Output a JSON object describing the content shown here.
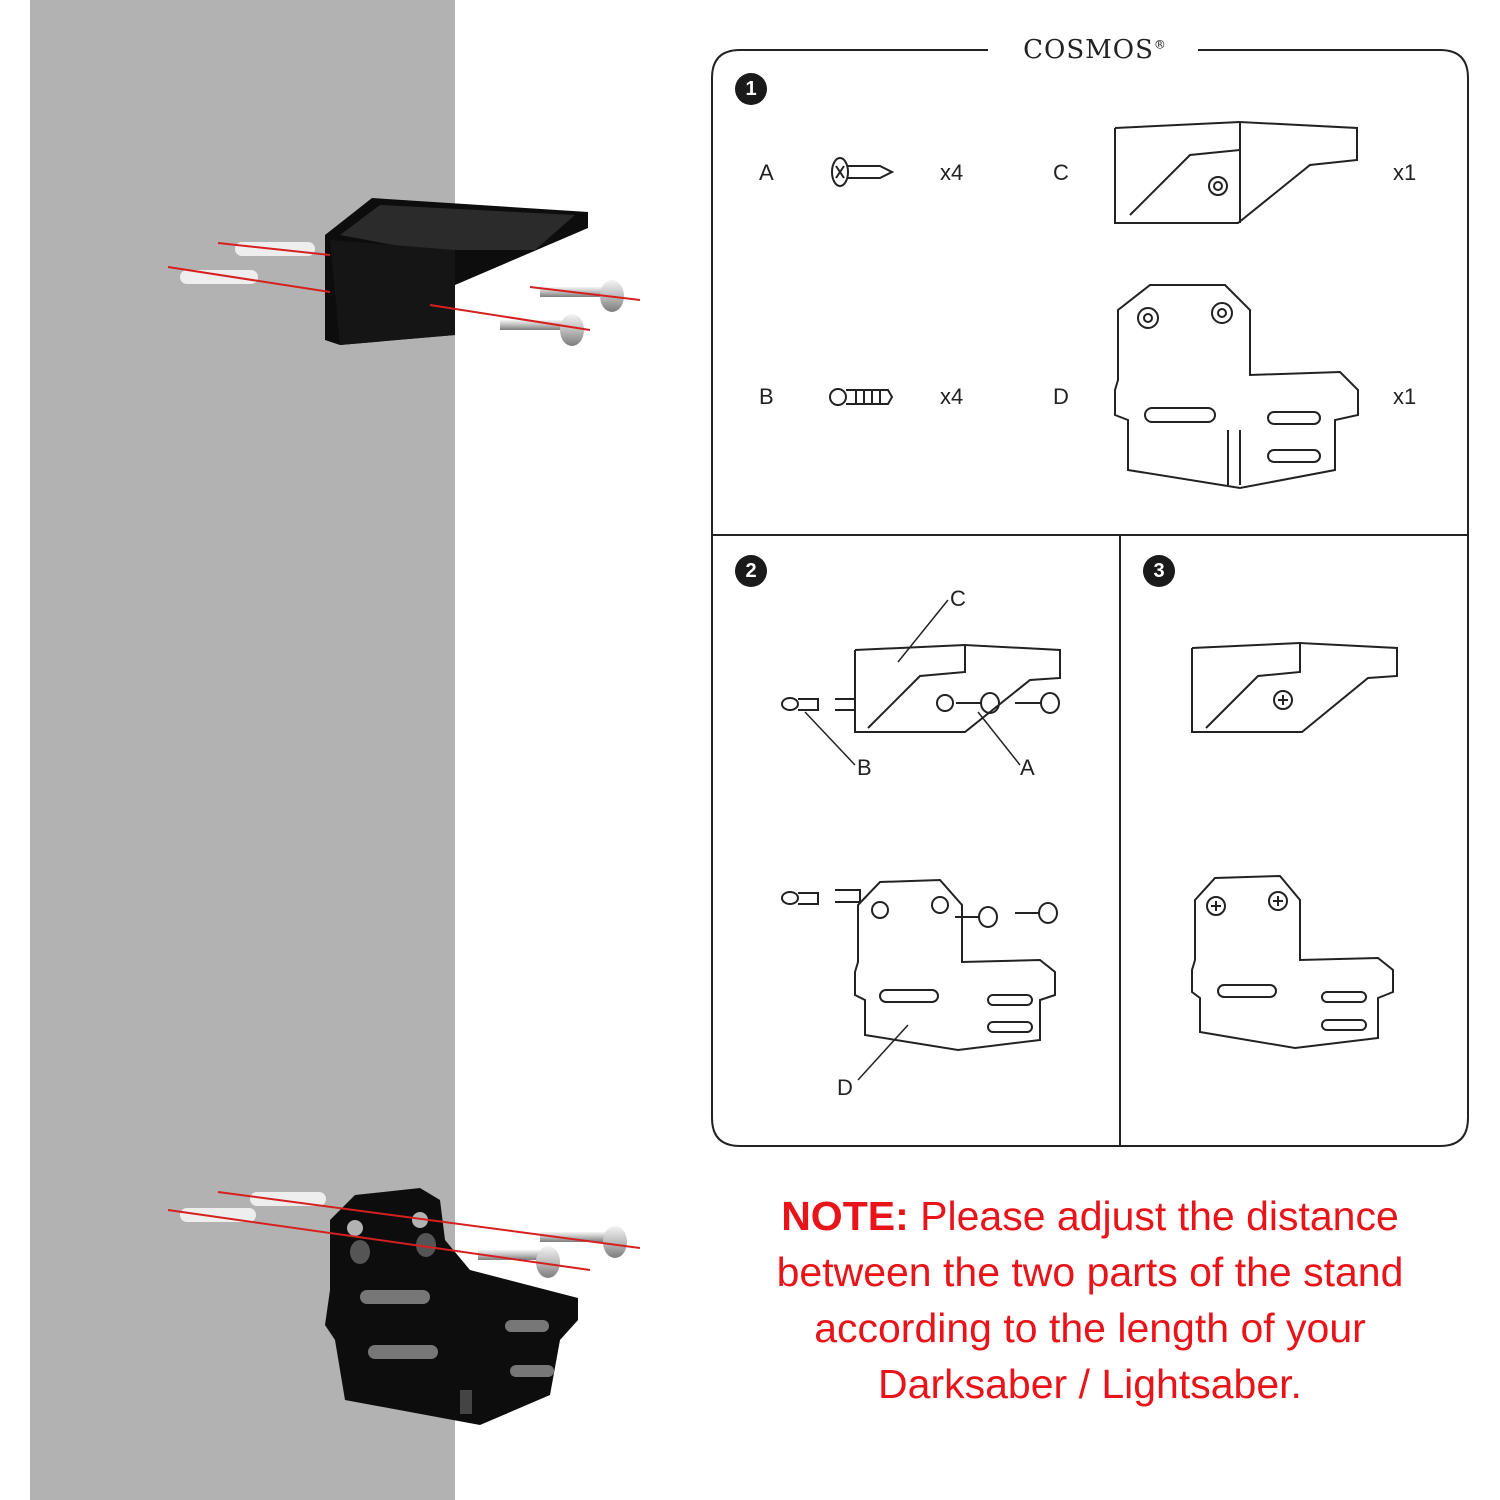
{
  "brand": {
    "name": "COSMOS",
    "mark": "®"
  },
  "steps": [
    "1",
    "2",
    "3"
  ],
  "parts": [
    {
      "id": "A",
      "name": "screw",
      "qty": "x4"
    },
    {
      "id": "B",
      "name": "wall-anchor",
      "qty": "x4"
    },
    {
      "id": "C",
      "name": "upper-bracket",
      "qty": "x1"
    },
    {
      "id": "D",
      "name": "lower-holder",
      "qty": "x1"
    }
  ],
  "callouts": {
    "c": "C",
    "b": "B",
    "a": "A",
    "d": "D"
  },
  "note": {
    "label": "NOTE:",
    "text": "Please adjust the distance between the two parts of the stand according to the length of your Darksaber / Lightsaber."
  },
  "colors": {
    "wall": "#b2b2b2",
    "note": "#e8141a",
    "part": "#111111",
    "guide_line": "#d62020"
  }
}
